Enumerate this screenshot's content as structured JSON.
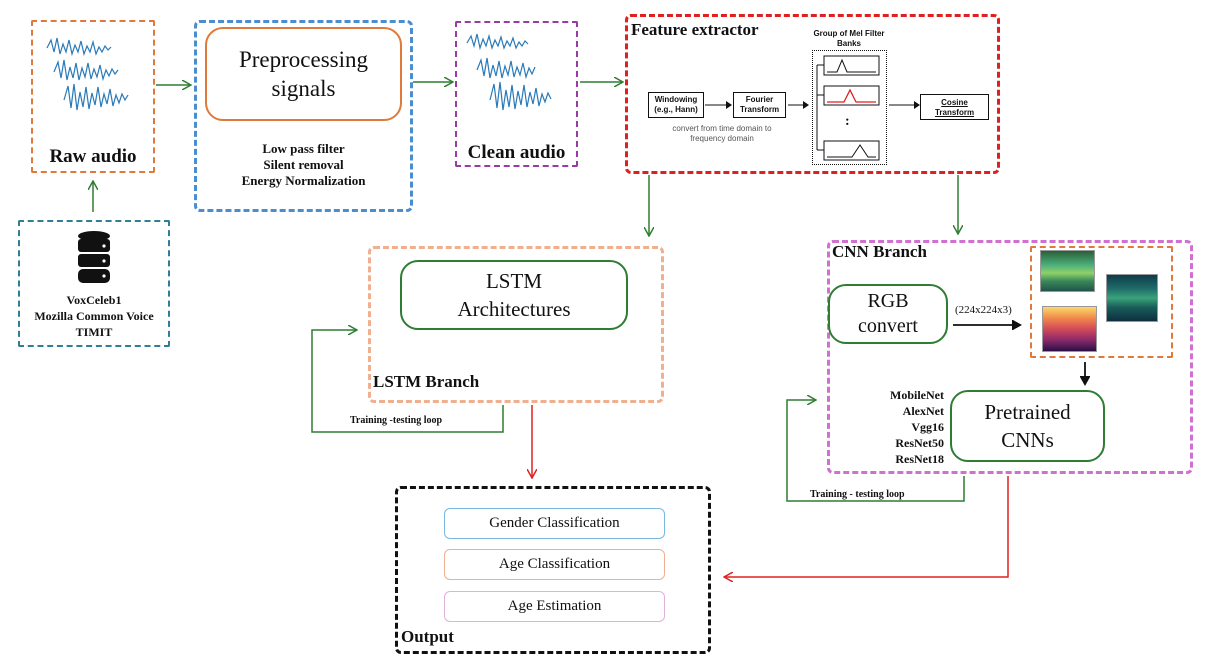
{
  "raw_audio": {
    "label": "Raw audio"
  },
  "datasets": {
    "items": [
      "VoxCeleb1",
      "Mozilla Common Voice",
      "TIMIT"
    ]
  },
  "preprocessing": {
    "title": "Preprocessing signals",
    "steps": [
      "Low pass filter",
      "Silent removal",
      "Energy Normalization"
    ]
  },
  "clean_audio": {
    "label": "Clean audio"
  },
  "feature_extractor": {
    "title": "Feature extractor",
    "windowing": "Windowing (e.g., Hann)",
    "fourier": "Fourier Transform",
    "note": "convert from time domain to frequency domain",
    "mel_title": "Group of Mel Filter Banks",
    "dots": ":",
    "cosine": "Cosine Transform"
  },
  "lstm": {
    "architecture": "LSTM Architectures",
    "branch_label": "LSTM Branch",
    "loop_label": "Training -testing loop"
  },
  "cnn": {
    "branch_label": "CNN Branch",
    "rgb": "RGB convert",
    "dims": "(224x224x3)",
    "models": [
      "MobileNet",
      "AlexNet",
      "Vgg16",
      "ResNet50",
      "ResNet18"
    ],
    "pretrained": "Pretrained CNNs",
    "loop_label": "Training - testing loop"
  },
  "output": {
    "title": "Output",
    "items": [
      "Gender Classification",
      "Age Classification",
      "Age Estimation"
    ]
  },
  "colors": {
    "orange": "#e07a3a",
    "blue": "#4a8ed0",
    "purple": "#9b3aa6",
    "red": "#e02020",
    "teal": "#2f7f95",
    "salmon": "#f0b090",
    "pink": "#d070d0",
    "green": "#2e7d32",
    "waveform": "#2a7ab8"
  }
}
